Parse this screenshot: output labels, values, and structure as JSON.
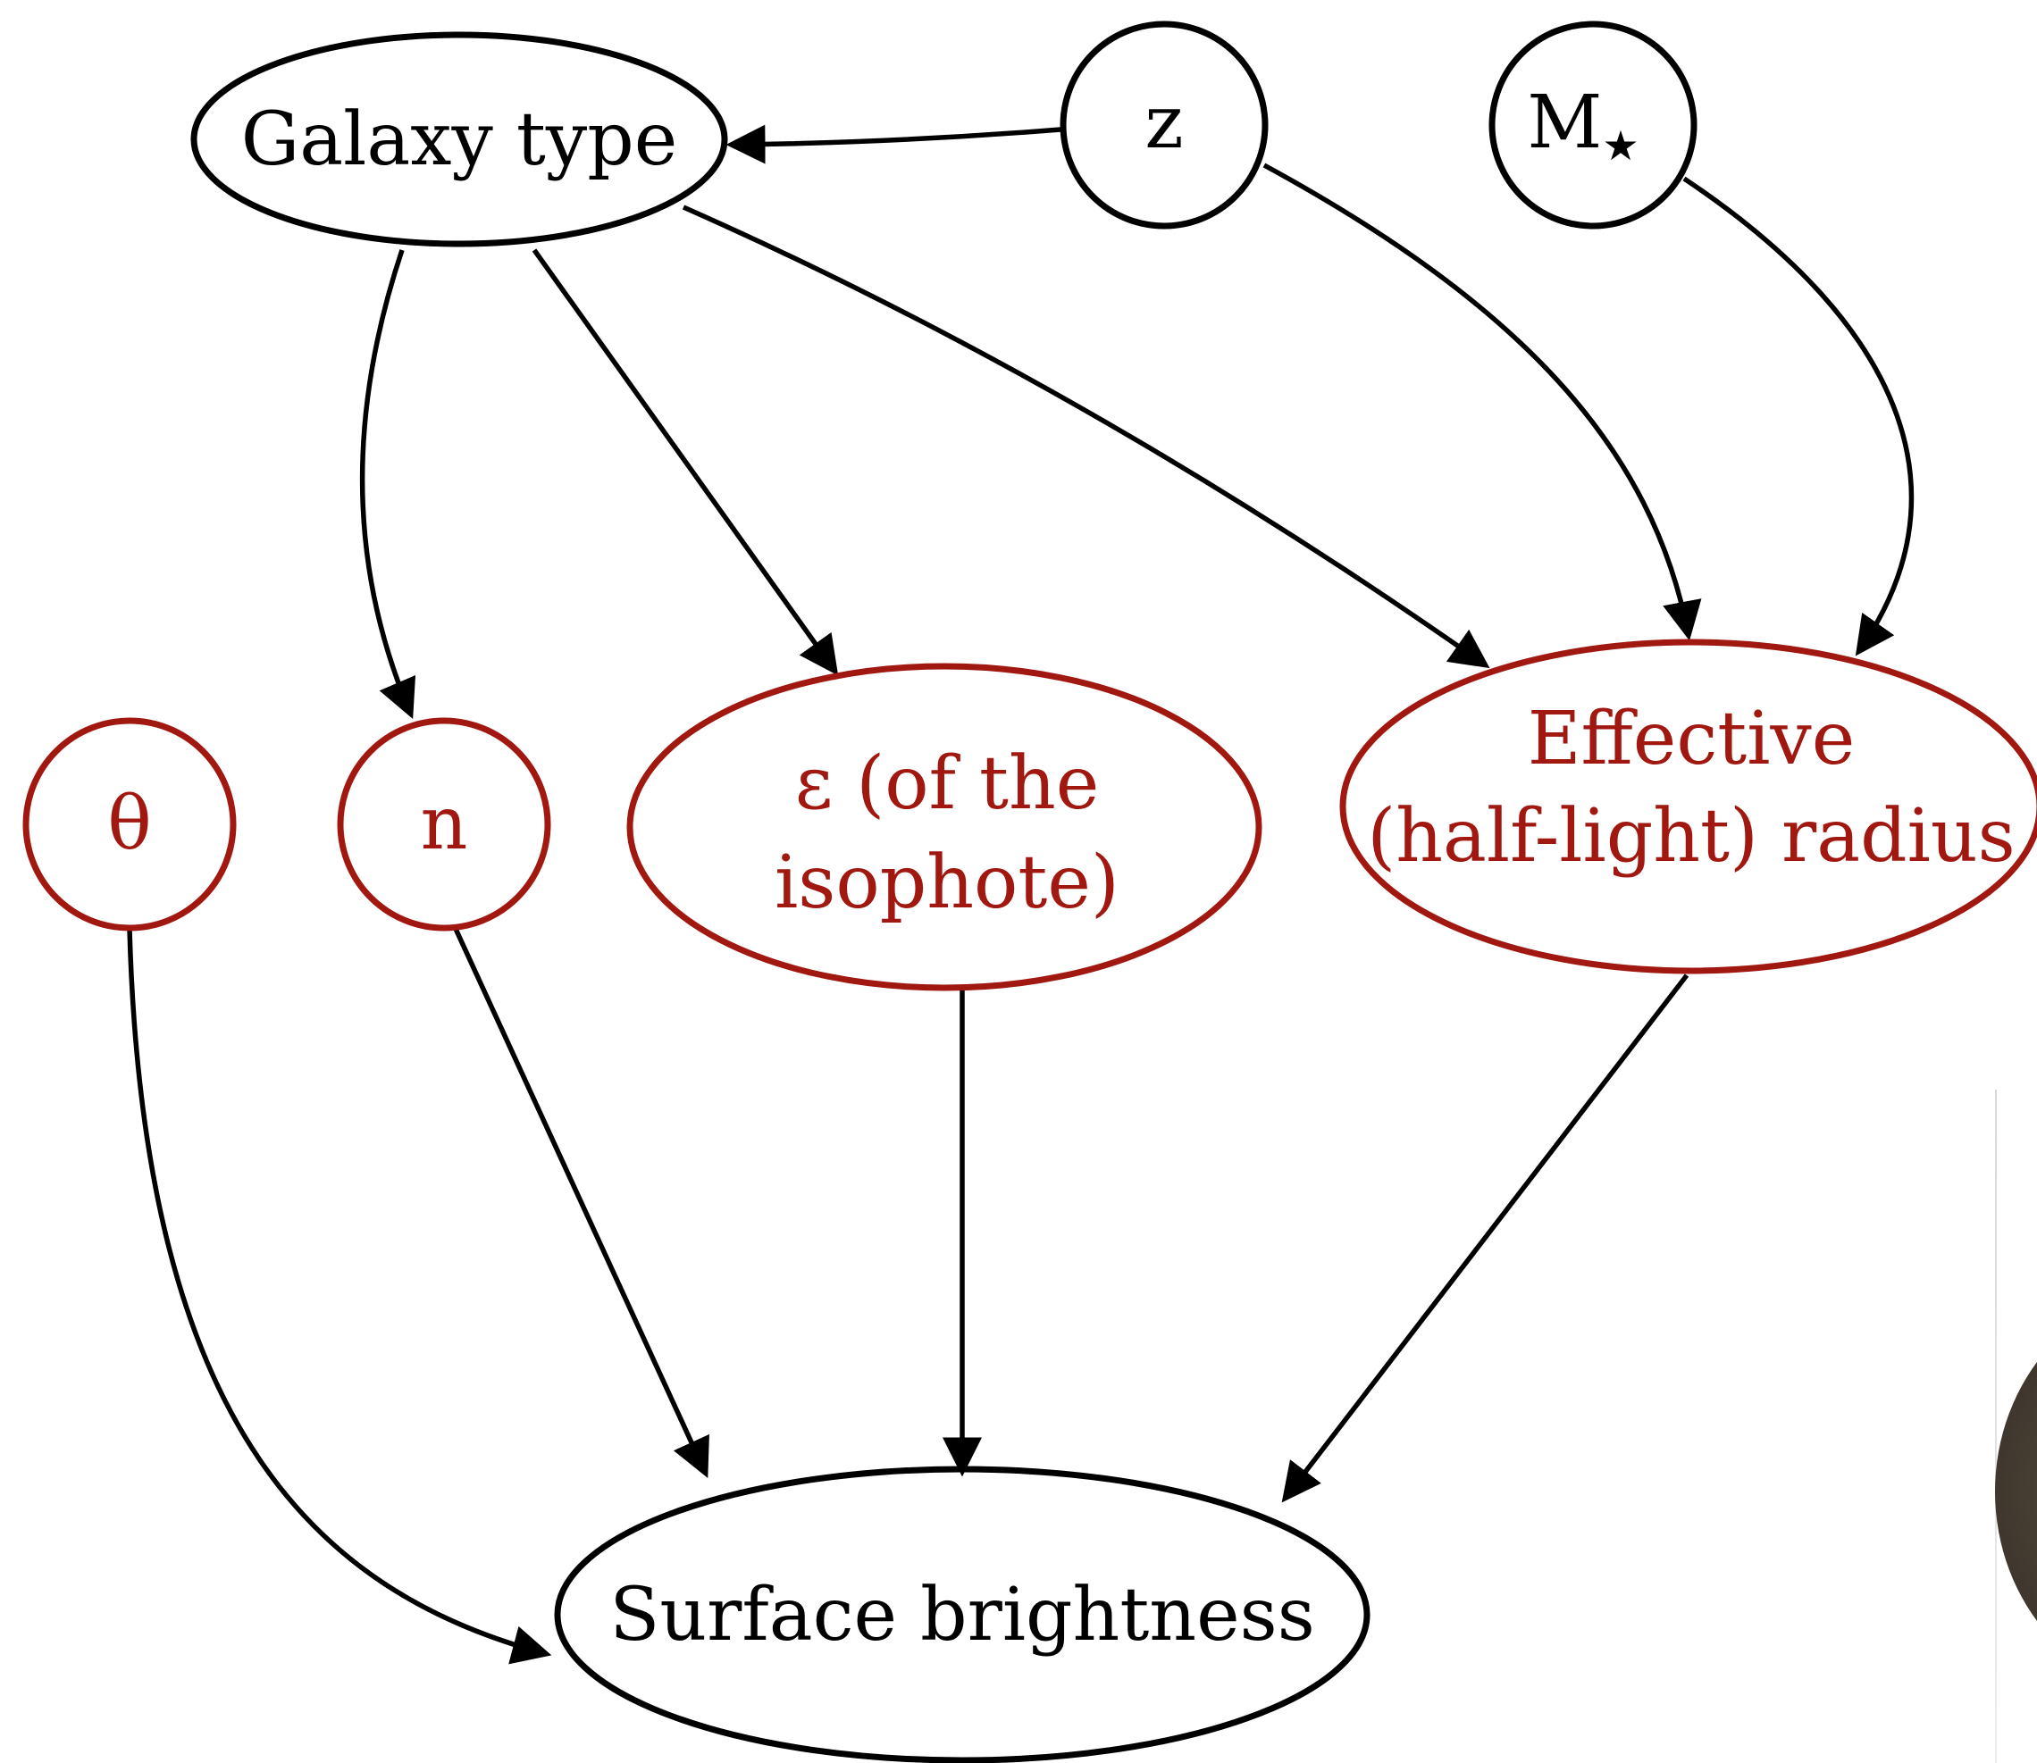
{
  "colors": {
    "observed": "#000000",
    "latent": "#a11810",
    "edge": "#000000"
  },
  "nodes": {
    "galaxy_type": "Galaxy type",
    "z": "z",
    "mstar": "M",
    "mstar_sub": "★",
    "theta": "θ",
    "n": "n",
    "epsilon_line1": "ε (of the",
    "epsilon_line2": "isophote)",
    "radius_line1": "Effective",
    "radius_line2": "(half-light) radius",
    "surface": "Surface brightness"
  }
}
